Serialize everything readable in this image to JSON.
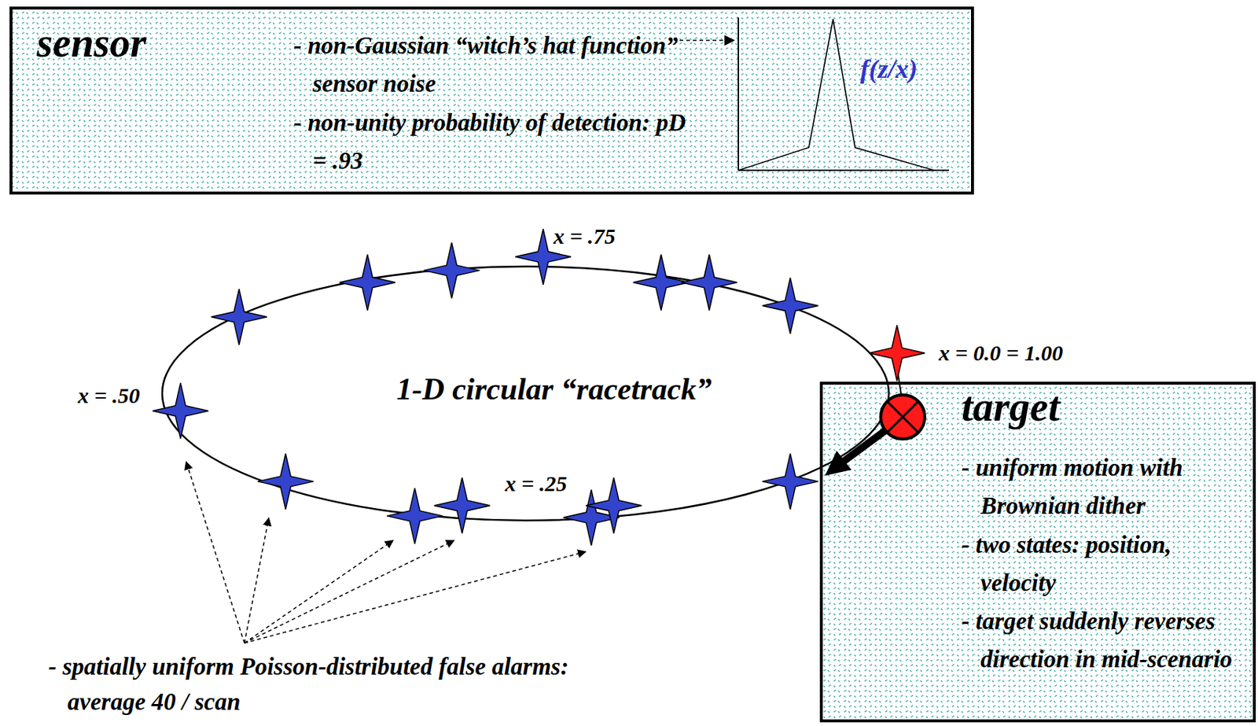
{
  "diagram": {
    "nodes": [
      {
        "text": [
          "sensor",
          "- non-Gaussian “witch’s hat function” sensor noise",
          "- non-unity probability of detection: pD = .93",
          "f(z/x)"
        ]
      },
      {
        "text": [
          "1-D circular “racetrack”"
        ]
      },
      {
        "text": [
          "target",
          "- uniform motion with Brownian dither",
          "- two states: position, velocity",
          "- target suddenly reverses direction in mid-scenario"
        ]
      }
    ],
    "labels": [
      "x = .75",
      "x = 0.0 = 1.00",
      "x = .50",
      "x = .25",
      "- spatially uniform Poisson-distributed false alarms: average 40 / scan"
    ]
  }
}
